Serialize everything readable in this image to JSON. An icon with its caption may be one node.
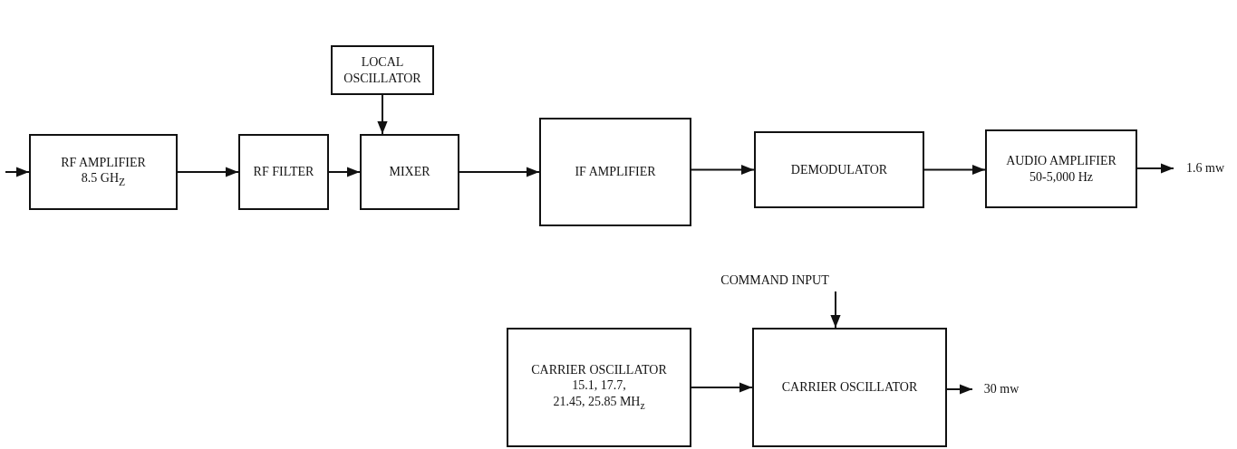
{
  "diagram": {
    "nodes": [
      {
        "text": [
          "RF AMPLIFIER",
          "8.5 GH$_{Z}$"
        ]
      },
      {
        "text": [
          "RF FILTER"
        ]
      },
      {
        "text": [
          "LOCAL OSCILLATOR"
        ]
      },
      {
        "text": [
          "MIXER"
        ]
      },
      {
        "text": [
          "IF AMPLIFIER"
        ]
      },
      {
        "text": [
          "DEMODULATOR"
        ]
      },
      {
        "text": [
          "AUDIO AMPLIFIER",
          "50-5,000 Hz"
        ]
      },
      {
        "text": [
          "1.6 mw"
        ]
      },
      {
        "text": [
          "COMMAND INPUT"
        ]
      },
      {
        "text": [
          "CARRIER OSCILLATOR",
          "15.1, 17.7,",
          "21.45, 25.85 MH$_{z}$"
        ]
      },
      {
        "text": [
          "CARRIER OSCILLATOR"
        ]
      },
      {
        "text": [
          "30 mw"
        ]
      }
    ],
    "edges": [
      {
        "from": null,
        "to": 0,
        "arrow": "to"
      },
      {
        "from": 0,
        "to": 1,
        "arrow": "to"
      },
      {
        "from": 1,
        "to": 3,
        "arrow": "to"
      },
      {
        "from": 2,
        "to": 3,
        "arrow": "to"
      },
      {
        "from": 3,
        "to": 4,
        "arrow": "to"
      },
      {
        "from": 4,
        "to": 5,
        "arrow": "to"
      },
      {
        "from": 5,
        "to": 6,
        "arrow": "to"
      },
      {
        "from": 6,
        "to": 7,
        "arrow": "to"
      },
      {
        "from": 8,
        "to": 10,
        "arrow": "to"
      },
      {
        "from": 9,
        "to": 10,
        "arrow": "to"
      },
      {
        "from": 10,
        "to": 11,
        "arrow": "to"
      }
    ]
  }
}
